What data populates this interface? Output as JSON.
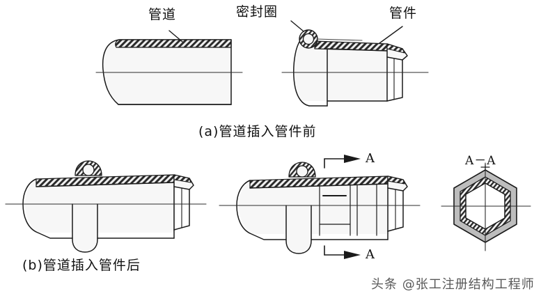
{
  "figure": {
    "title_parts": [
      "(a)管道插入管件前",
      "(b)管道插入管件后"
    ],
    "background_color": "#ffffff",
    "line_color": "#1a1a1a",
    "hatch_color": "#2b2b2b",
    "fill_color": "#f2f2f2"
  },
  "labels": {
    "pipe": "管道",
    "seal_ring": "密封圈",
    "fitting": "管件"
  },
  "captions": {
    "a": "(a)管道插入管件前",
    "b": "(b)管道插入管件后"
  },
  "section": {
    "arrow_label_top": "A",
    "arrow_label_bottom": "A",
    "view_title": "A－A"
  },
  "watermark": {
    "text": "头条 @张工注册结构工程师"
  }
}
